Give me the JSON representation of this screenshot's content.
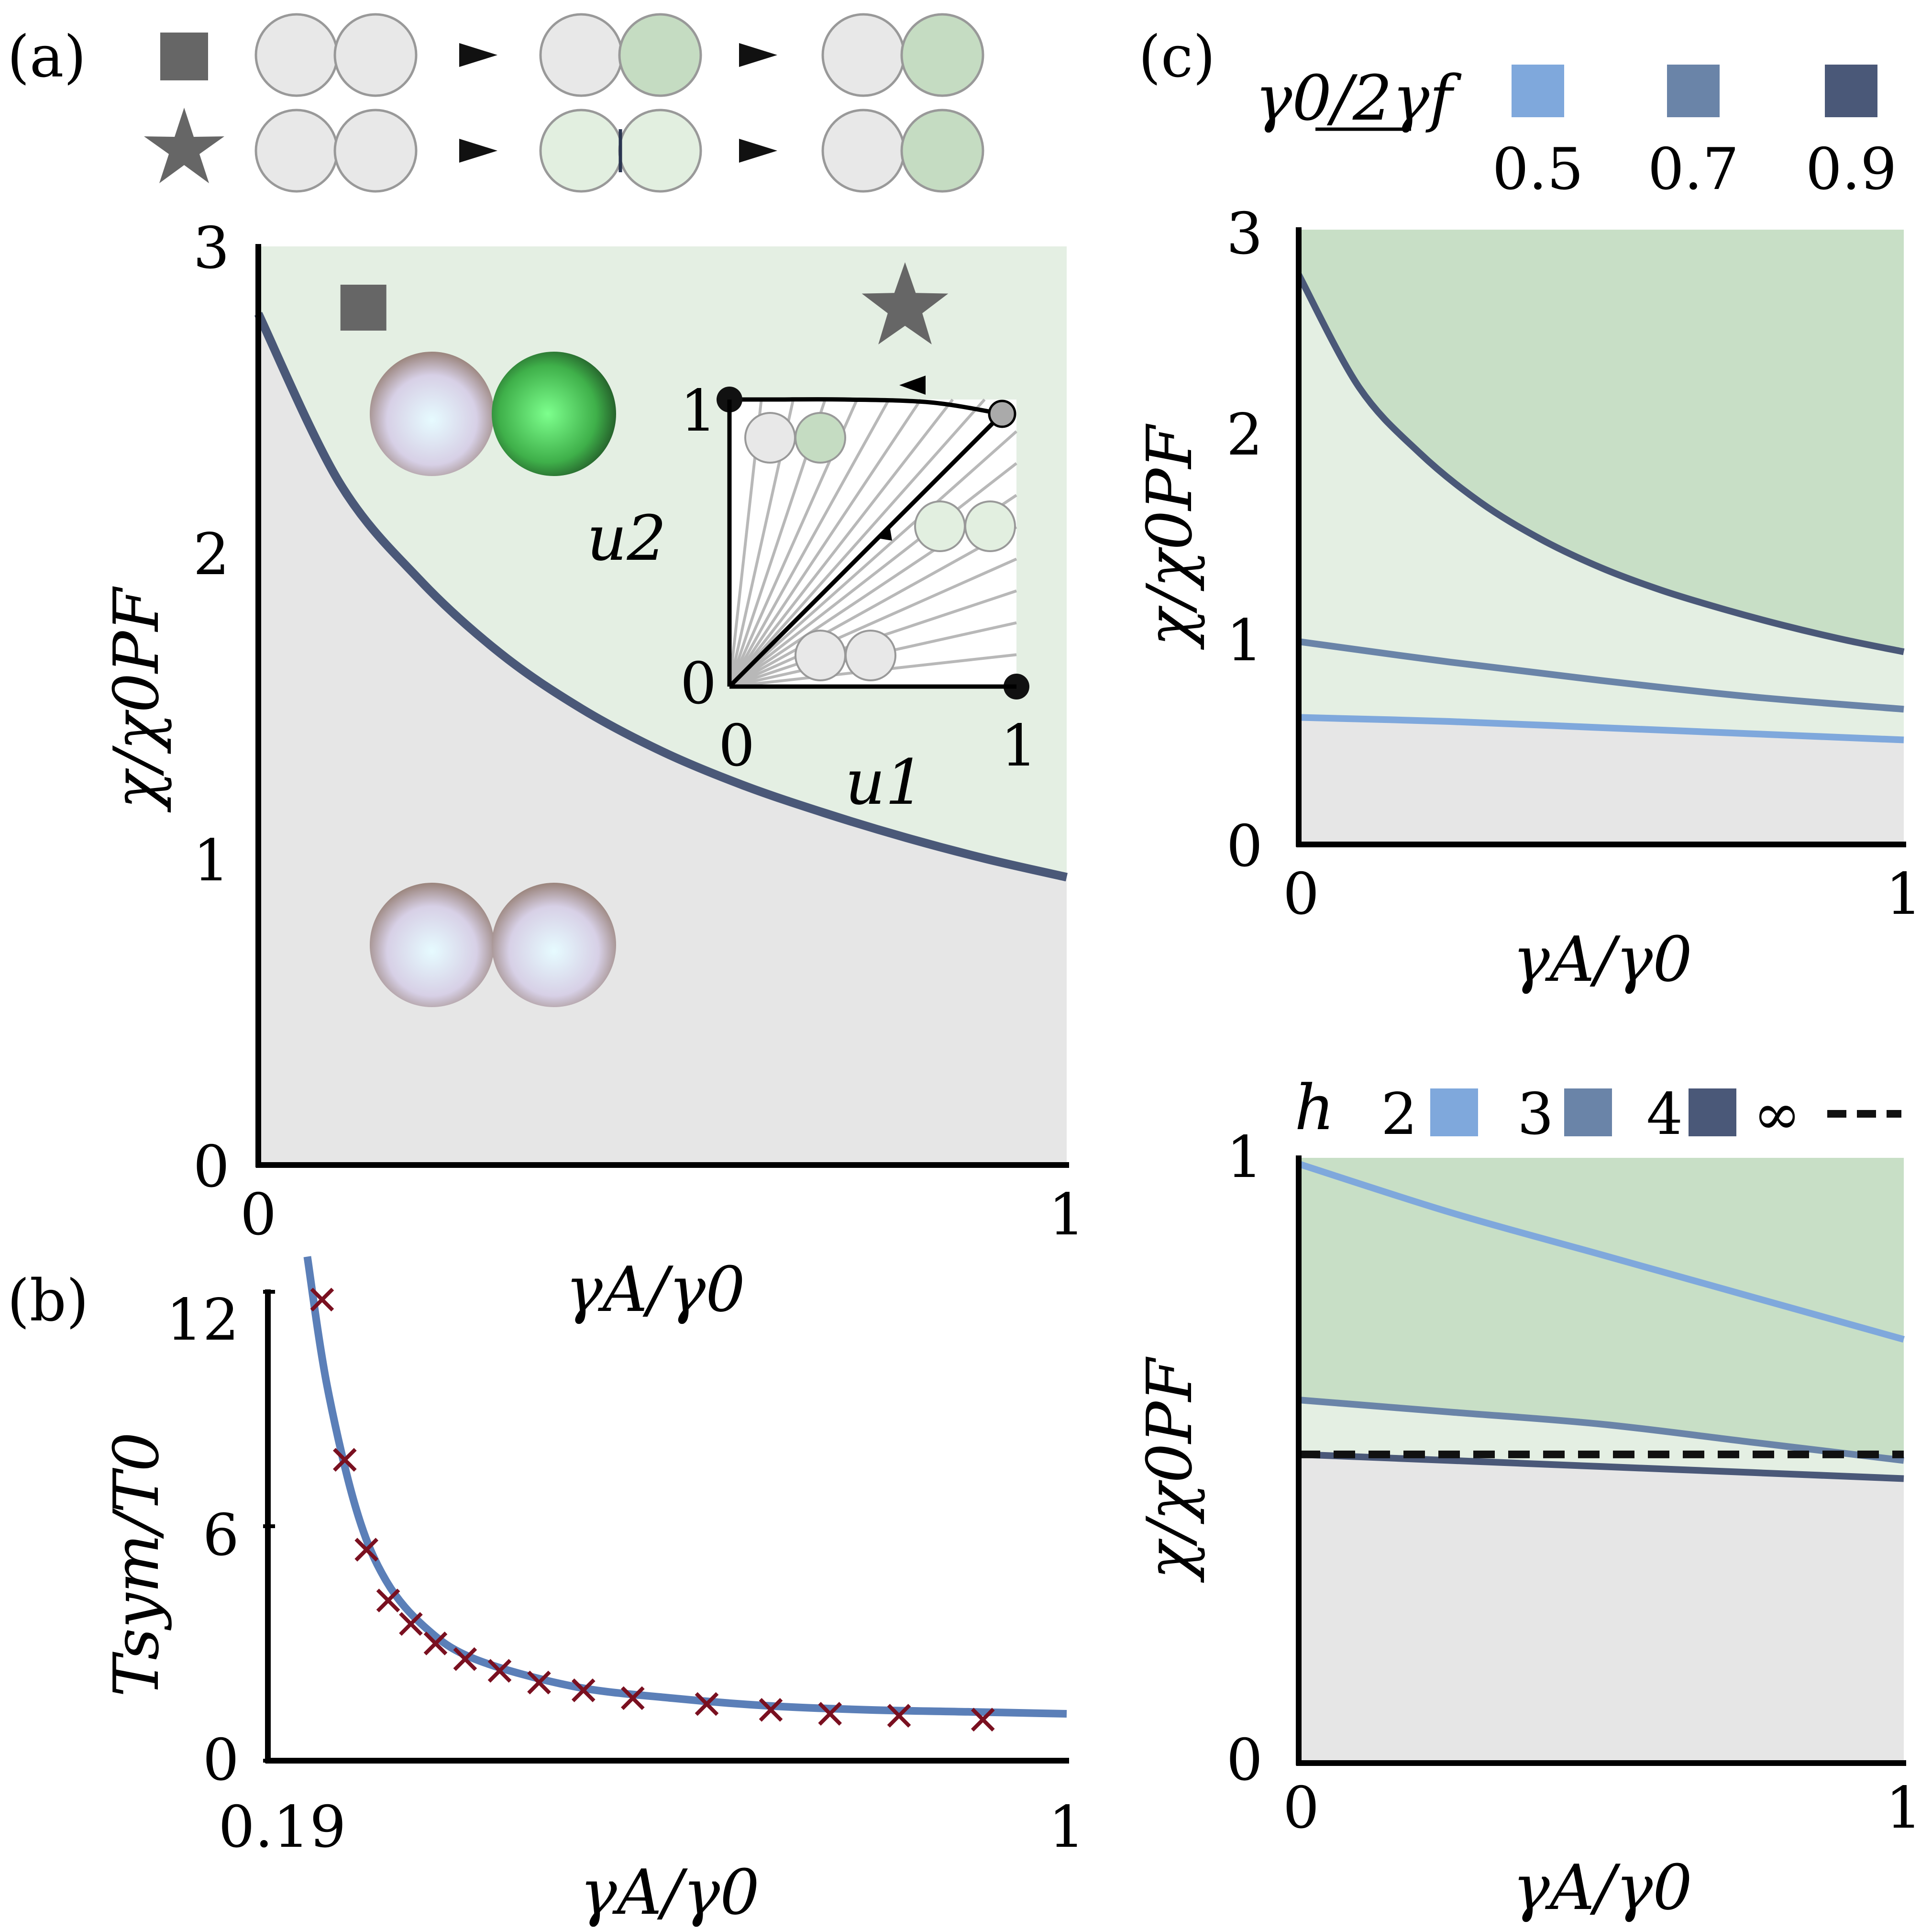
{
  "colors": {
    "green_region": "#e4efe3",
    "gray_region": "#e6e6e6",
    "dark_green_region": "#c8dfc6",
    "curve_light": "#7fa8dc",
    "curve_mid": "#6a84a8",
    "curve_dark": "#4a5878",
    "curve_b": "#5b7fb8",
    "marker_b": "#7a1020",
    "symbol_gray": "#666666",
    "cell_gray": "#e8e8e8",
    "cell_green": "#c5dcc2",
    "cell_green_light": "#e2efe0"
  },
  "panels": {
    "a": {
      "label": "(a)",
      "legend_icons": [
        "square-icon",
        "star-icon"
      ],
      "xlabel": "γA/γ0",
      "ylabel": "χ/χ0PF",
      "xticks": [
        "0",
        "1"
      ],
      "yticks": [
        "0",
        "1",
        "2",
        "3"
      ],
      "inset": {
        "xlabel": "u1",
        "ylabel": "u2",
        "xticks": [
          "0",
          "1"
        ],
        "yticks": [
          "0",
          "1"
        ]
      }
    },
    "b": {
      "label": "(b)",
      "xlabel": "γA/γ0",
      "ylabel": "Tsym/T0",
      "xticks": [
        "0.19",
        "1"
      ],
      "yticks": [
        "0",
        "6",
        "12"
      ]
    },
    "c": {
      "label": "(c)",
      "legend_title": "γ0/2γf",
      "legend": [
        "0.5",
        "0.7",
        "0.9"
      ],
      "xlabel": "γA/γ0",
      "ylabel": "χ/χ0PF",
      "xticks": [
        "0",
        "1"
      ],
      "yticks": [
        "0",
        "1",
        "2",
        "3"
      ]
    },
    "d": {
      "legend_title": "h",
      "legend": [
        "2",
        "3",
        "4",
        "∞"
      ],
      "xlabel": "γA/γ0",
      "ylabel": "χ/χ0PF",
      "xticks": [
        "0",
        "1"
      ],
      "yticks": [
        "0",
        "1"
      ]
    }
  },
  "chart_data": [
    {
      "type": "area",
      "panel": "a",
      "xlabel": "γA/γ0",
      "ylabel": "χ/χ0PF",
      "xlim": [
        0,
        1
      ],
      "ylim": [
        0,
        3
      ],
      "series": [
        {
          "x": [
            0,
            0.1,
            0.2,
            0.3,
            0.4,
            0.5,
            0.6,
            0.7,
            0.8,
            0.9,
            1.0
          ],
          "values": [
            2.78,
            2.23,
            1.91,
            1.67,
            1.49,
            1.35,
            1.24,
            1.15,
            1.07,
            1.0,
            0.94
          ]
        }
      ],
      "markers": [
        {
          "shape": "square",
          "x": 0.13,
          "y": 2.8
        },
        {
          "shape": "star",
          "x": 0.8,
          "y": 2.8
        }
      ]
    },
    {
      "type": "line",
      "panel": "a-inset",
      "xlabel": "u1",
      "ylabel": "u2",
      "xlim": [
        0,
        1
      ],
      "ylim": [
        0,
        1
      ],
      "series": [
        {
          "x": [
            0,
            0.95
          ],
          "values": [
            0,
            0.95
          ]
        },
        {
          "x": [
            0.95,
            0.7,
            0.4,
            0.15,
            0
          ],
          "values": [
            0.95,
            0.99,
            1.0,
            1.0,
            1.0
          ]
        }
      ]
    },
    {
      "type": "line",
      "panel": "b",
      "xlabel": "γA/γ0",
      "ylabel": "Tsym/T0",
      "xlim": [
        0.19,
        1
      ],
      "ylim": [
        0,
        12
      ],
      "series": [
        {
          "x": [
            0.23,
            0.25,
            0.28,
            0.31,
            0.35,
            0.4,
            0.5,
            0.6,
            0.7,
            0.8,
            0.9,
            1.0
          ],
          "values": [
            12.9,
            9.6,
            6.4,
            4.6,
            3.4,
            2.6,
            1.9,
            1.6,
            1.4,
            1.3,
            1.25,
            1.2
          ]
        },
        {
          "x": [
            0.245,
            0.268,
            0.29,
            0.312,
            0.335,
            0.36,
            0.39,
            0.425,
            0.465,
            0.51,
            0.56,
            0.635,
            0.7,
            0.76,
            0.83,
            0.915
          ],
          "values": [
            11.8,
            7.7,
            5.4,
            4.1,
            3.5,
            3.0,
            2.6,
            2.3,
            2.0,
            1.8,
            1.6,
            1.45,
            1.3,
            1.2,
            1.15,
            1.05
          ]
        }
      ]
    },
    {
      "type": "area",
      "panel": "c",
      "xlabel": "γA/γ0",
      "ylabel": "χ/χ0PF",
      "xlim": [
        0,
        1
      ],
      "ylim": [
        0,
        3
      ],
      "categories": [
        "0.5",
        "0.7",
        "0.9"
      ],
      "series": [
        {
          "name": "0.5",
          "x": [
            0,
            0.25,
            0.5,
            0.75,
            1.0
          ],
          "values": [
            0.62,
            0.6,
            0.57,
            0.54,
            0.51
          ]
        },
        {
          "name": "0.7",
          "x": [
            0,
            0.25,
            0.5,
            0.75,
            1.0
          ],
          "values": [
            0.99,
            0.89,
            0.8,
            0.72,
            0.66
          ]
        },
        {
          "name": "0.9",
          "x": [
            0,
            0.1,
            0.2,
            0.3,
            0.4,
            0.5,
            0.6,
            0.7,
            0.8,
            0.9,
            1.0
          ],
          "values": [
            2.78,
            2.23,
            1.91,
            1.67,
            1.49,
            1.35,
            1.24,
            1.15,
            1.07,
            1.0,
            0.94
          ]
        }
      ]
    },
    {
      "type": "area",
      "panel": "d",
      "xlabel": "γA/γ0",
      "ylabel": "χ/χ0PF",
      "xlim": [
        0,
        1
      ],
      "ylim": [
        0,
        1
      ],
      "categories": [
        "2",
        "3",
        "4",
        "∞"
      ],
      "series": [
        {
          "name": "2",
          "x": [
            0,
            0.25,
            0.5,
            0.75,
            1.0
          ],
          "values": [
            0.99,
            0.91,
            0.84,
            0.77,
            0.7
          ]
        },
        {
          "name": "3",
          "x": [
            0,
            0.25,
            0.5,
            0.75,
            1.0
          ],
          "values": [
            0.6,
            0.58,
            0.56,
            0.53,
            0.5
          ]
        },
        {
          "name": "4",
          "x": [
            0,
            0.25,
            0.5,
            0.75,
            1.0
          ],
          "values": [
            0.51,
            0.5,
            0.49,
            0.48,
            0.47
          ]
        },
        {
          "name": "∞",
          "x": [
            0,
            1.0
          ],
          "values": [
            0.51,
            0.51
          ]
        }
      ]
    }
  ]
}
